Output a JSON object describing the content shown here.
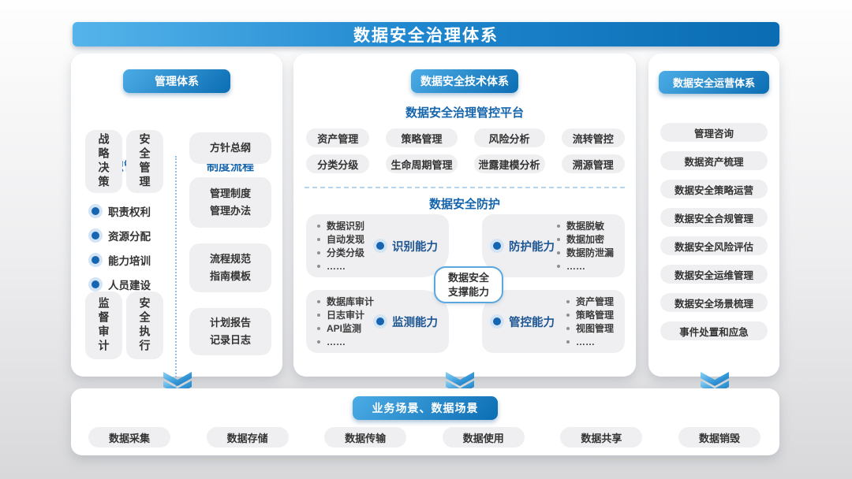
{
  "banner": {
    "title": "数据安全治理体系"
  },
  "left_panel": {
    "header": "管理体系",
    "org": {
      "title": "组织管理",
      "vertical_boxes_top": [
        "战略决策",
        "安全管理"
      ],
      "bullets": [
        "职责权利",
        "资源分配",
        "能力培训",
        "人员建设"
      ],
      "vertical_boxes_bottom": [
        "监督审计",
        "安全执行"
      ]
    },
    "process": {
      "title": "制度流程",
      "boxes": [
        {
          "line1": "方针总纲",
          "line2": ""
        },
        {
          "line1": "管理制度",
          "line2": "管理办法"
        },
        {
          "line1": "流程规范",
          "line2": "指南模板"
        },
        {
          "line1": "计划报告",
          "line2": "记录日志"
        }
      ]
    }
  },
  "mid_panel": {
    "header": "数据安全技术体系",
    "platform_title": "数据安全治理管控平台",
    "platform_buttons": [
      "资产管理",
      "策略管理",
      "风险分析",
      "流转管控",
      "分类分级",
      "生命周期管理",
      "泄露建模分析",
      "溯源管理"
    ],
    "protection_title": "数据安全防护",
    "capabilities": [
      {
        "name": "识别能力",
        "items": [
          "数据识别",
          "自动发现",
          "分类分级",
          "……"
        ]
      },
      {
        "name": "防护能力",
        "items": [
          "数据脱敏",
          "数据加密",
          "数据防泄漏",
          "……"
        ]
      },
      {
        "name": "监测能力",
        "items": [
          "数据库审计",
          "日志审计",
          "API监测",
          "……"
        ]
      },
      {
        "name": "管控能力",
        "items": [
          "资产管理",
          "策略管理",
          "视图管理",
          "……"
        ]
      }
    ],
    "support": {
      "line1": "数据安全",
      "line2": "支撑能力"
    }
  },
  "right_panel": {
    "header": "数据安全运营体系",
    "items": [
      "管理咨询",
      "数据资产梳理",
      "数据安全策略运营",
      "数据安全合规管理",
      "数据安全风险评估",
      "数据安全运维管理",
      "数据安全场景梳理",
      "事件处置和应急"
    ]
  },
  "bottom_panel": {
    "header": "业务场景、数据场景",
    "items": [
      "数据采集",
      "数据存储",
      "数据传输",
      "数据使用",
      "数据共享",
      "数据销毁"
    ]
  },
  "colors": {
    "banner_gradient_start": "#55b4ea",
    "banner_gradient_end": "#0a6cb2",
    "accent_blue_text": "#1565ad",
    "capability_blue_text": "#1d5593",
    "bullet_dot": "#1565b0",
    "bullet_ring": "#d2e4f5",
    "box_gray": "#efeff1",
    "panel_white": "#ffffff",
    "text_dark": "#333333"
  }
}
